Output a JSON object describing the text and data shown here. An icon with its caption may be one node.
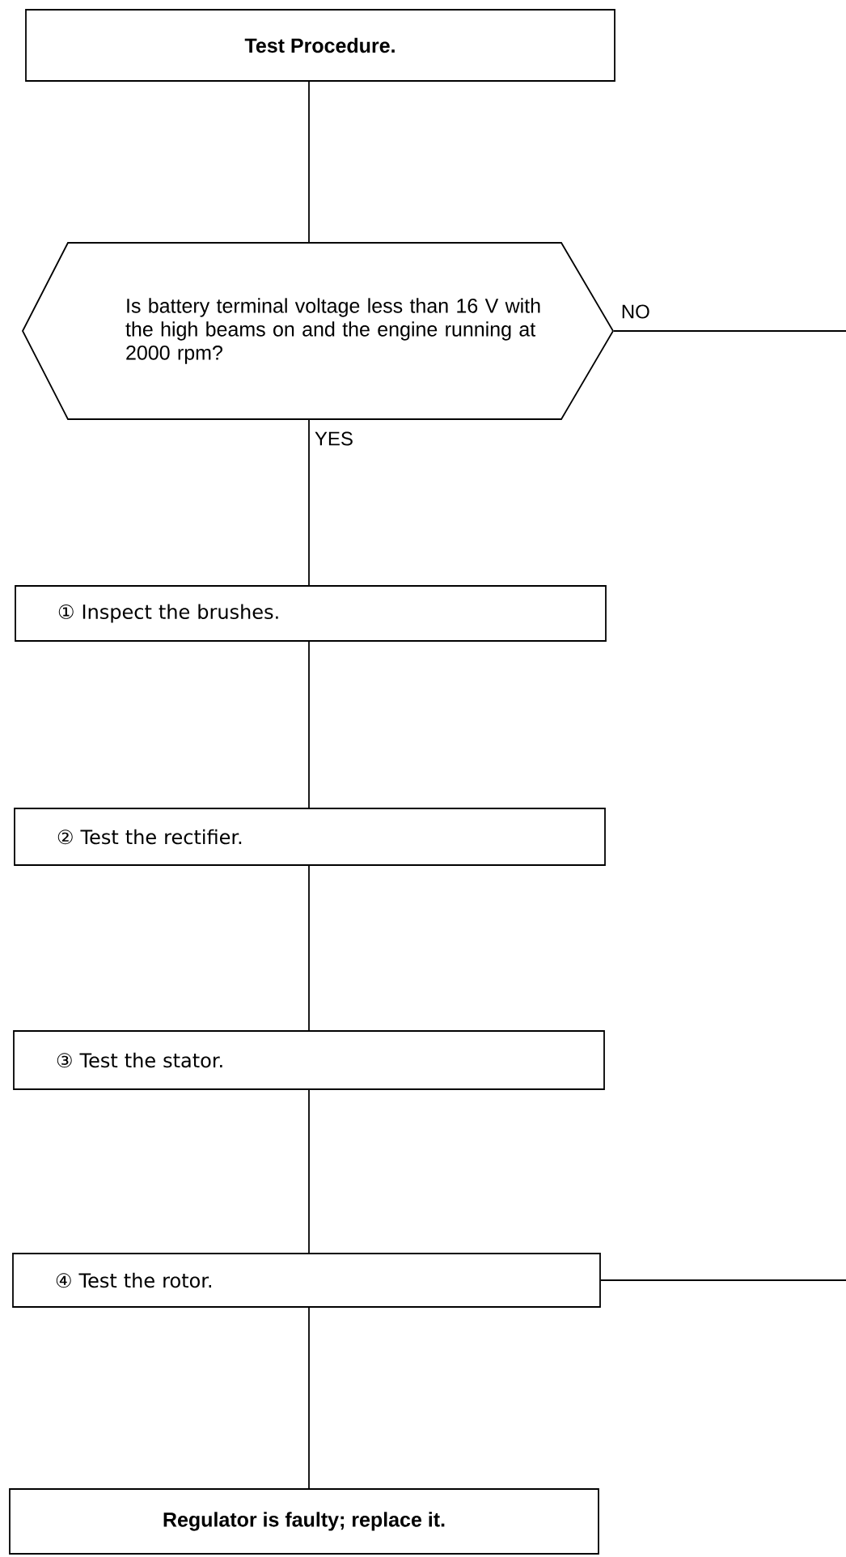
{
  "diagram": {
    "nodes": [
      {
        "text": [
          "Test Procedure."
        ]
      },
      {
        "text": [
          "Is battery terminal voltage less than 16 V with the high beams on and the engine running at 2000 rpm?"
        ]
      },
      {
        "text": [
          "① Inspect the brushes."
        ]
      },
      {
        "text": [
          "② Test the rectifier."
        ]
      },
      {
        "text": [
          "③ Test the stator."
        ]
      },
      {
        "text": [
          "④ Test the rotor."
        ]
      },
      {
        "text": [
          "Regulator is faulty; replace it."
        ]
      }
    ],
    "edges": [
      {
        "from": 0,
        "to": 1,
        "arrow": "none"
      },
      {
        "from": 1,
        "to": null,
        "arrow": "none",
        "label": "NO"
      },
      {
        "from": 1,
        "to": 2,
        "arrow": "none",
        "label": "YES"
      },
      {
        "from": 2,
        "to": 3,
        "arrow": "none"
      },
      {
        "from": 3,
        "to": 4,
        "arrow": "none"
      },
      {
        "from": 4,
        "to": 5,
        "arrow": "none"
      },
      {
        "from": 5,
        "to": 6,
        "arrow": "none"
      },
      {
        "from": 5,
        "to": null,
        "arrow": "none"
      }
    ]
  }
}
